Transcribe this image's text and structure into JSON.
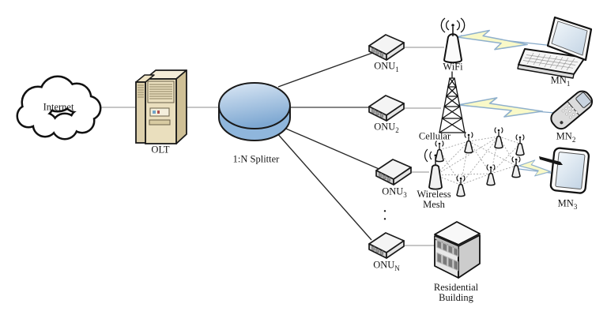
{
  "diagram": {
    "type": "network-architecture",
    "nodes": {
      "internet": {
        "label": "Internet"
      },
      "olt": {
        "label": "OLT"
      },
      "splitter": {
        "label": "1:N Splitter"
      },
      "onu1": {
        "base": "ONU",
        "sub": "1"
      },
      "onu2": {
        "base": "ONU",
        "sub": "2"
      },
      "onu3": {
        "base": "ONU",
        "sub": "3"
      },
      "onuN": {
        "base": "ONU",
        "sub": "N"
      },
      "wifi": {
        "label": "WiFi"
      },
      "cellular": {
        "label": "Cellular"
      },
      "mesh": {
        "line1": "Wireless",
        "line2": "Mesh"
      },
      "building": {
        "line1": "Residential",
        "line2": "Building"
      },
      "mn1": {
        "base": "MN",
        "sub": "1"
      },
      "mn2": {
        "base": "MN",
        "sub": "2"
      },
      "mn3": {
        "base": "MN",
        "sub": "3"
      },
      "ellipsis": "·\n·"
    },
    "icons": [
      "internet-cloud-icon",
      "olt-server-icon",
      "splitter-disk-icon",
      "onu-modem-icon",
      "wifi-access-point-icon",
      "cellular-tower-icon",
      "mesh-gateway-icon",
      "mesh-antenna-icon",
      "residential-building-icon",
      "laptop-icon",
      "flip-phone-icon",
      "tablet-icon",
      "lightning-bolt-icon"
    ],
    "colors": {
      "splitter_top": "#d9e6f4",
      "splitter_body": "#8fb6dc",
      "olt_front": "#eadfbe",
      "olt_side": "#cfc096",
      "lightning_fill": "#f9f9c8",
      "lightning_outline": "#8fb0cc",
      "link_gray": "#b4b4b4",
      "outline": "#1a1a1a",
      "screen_blue": "#dbe7f2"
    }
  }
}
